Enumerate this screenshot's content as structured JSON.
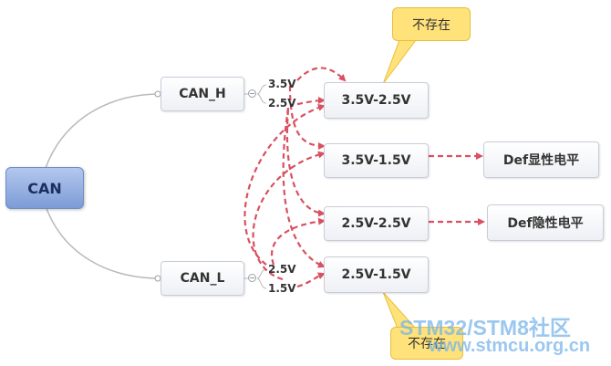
{
  "root": {
    "label": "CAN"
  },
  "branches": {
    "can_h": {
      "label": "CAN_H",
      "voltages": [
        "3.5V",
        "2.5V"
      ]
    },
    "can_l": {
      "label": "CAN_L",
      "voltages": [
        "2.5V",
        "1.5V"
      ]
    }
  },
  "combos": [
    "3.5V-2.5V",
    "3.5V-1.5V",
    "2.5V-2.5V",
    "2.5V-1.5V"
  ],
  "results": {
    "dominant": "Def显性电平",
    "recessive": "Def隐性电平"
  },
  "callouts": {
    "top": "不存在",
    "bottom": "不存在"
  },
  "watermark": {
    "line1": "STM32/STM8社区",
    "line2": "www.stmcu.org.cn"
  },
  "colors": {
    "arrow": "#d95060",
    "connector": "#b9b9b9",
    "root_fill": "#8da8de",
    "callout_fill": "#ffe27a"
  }
}
